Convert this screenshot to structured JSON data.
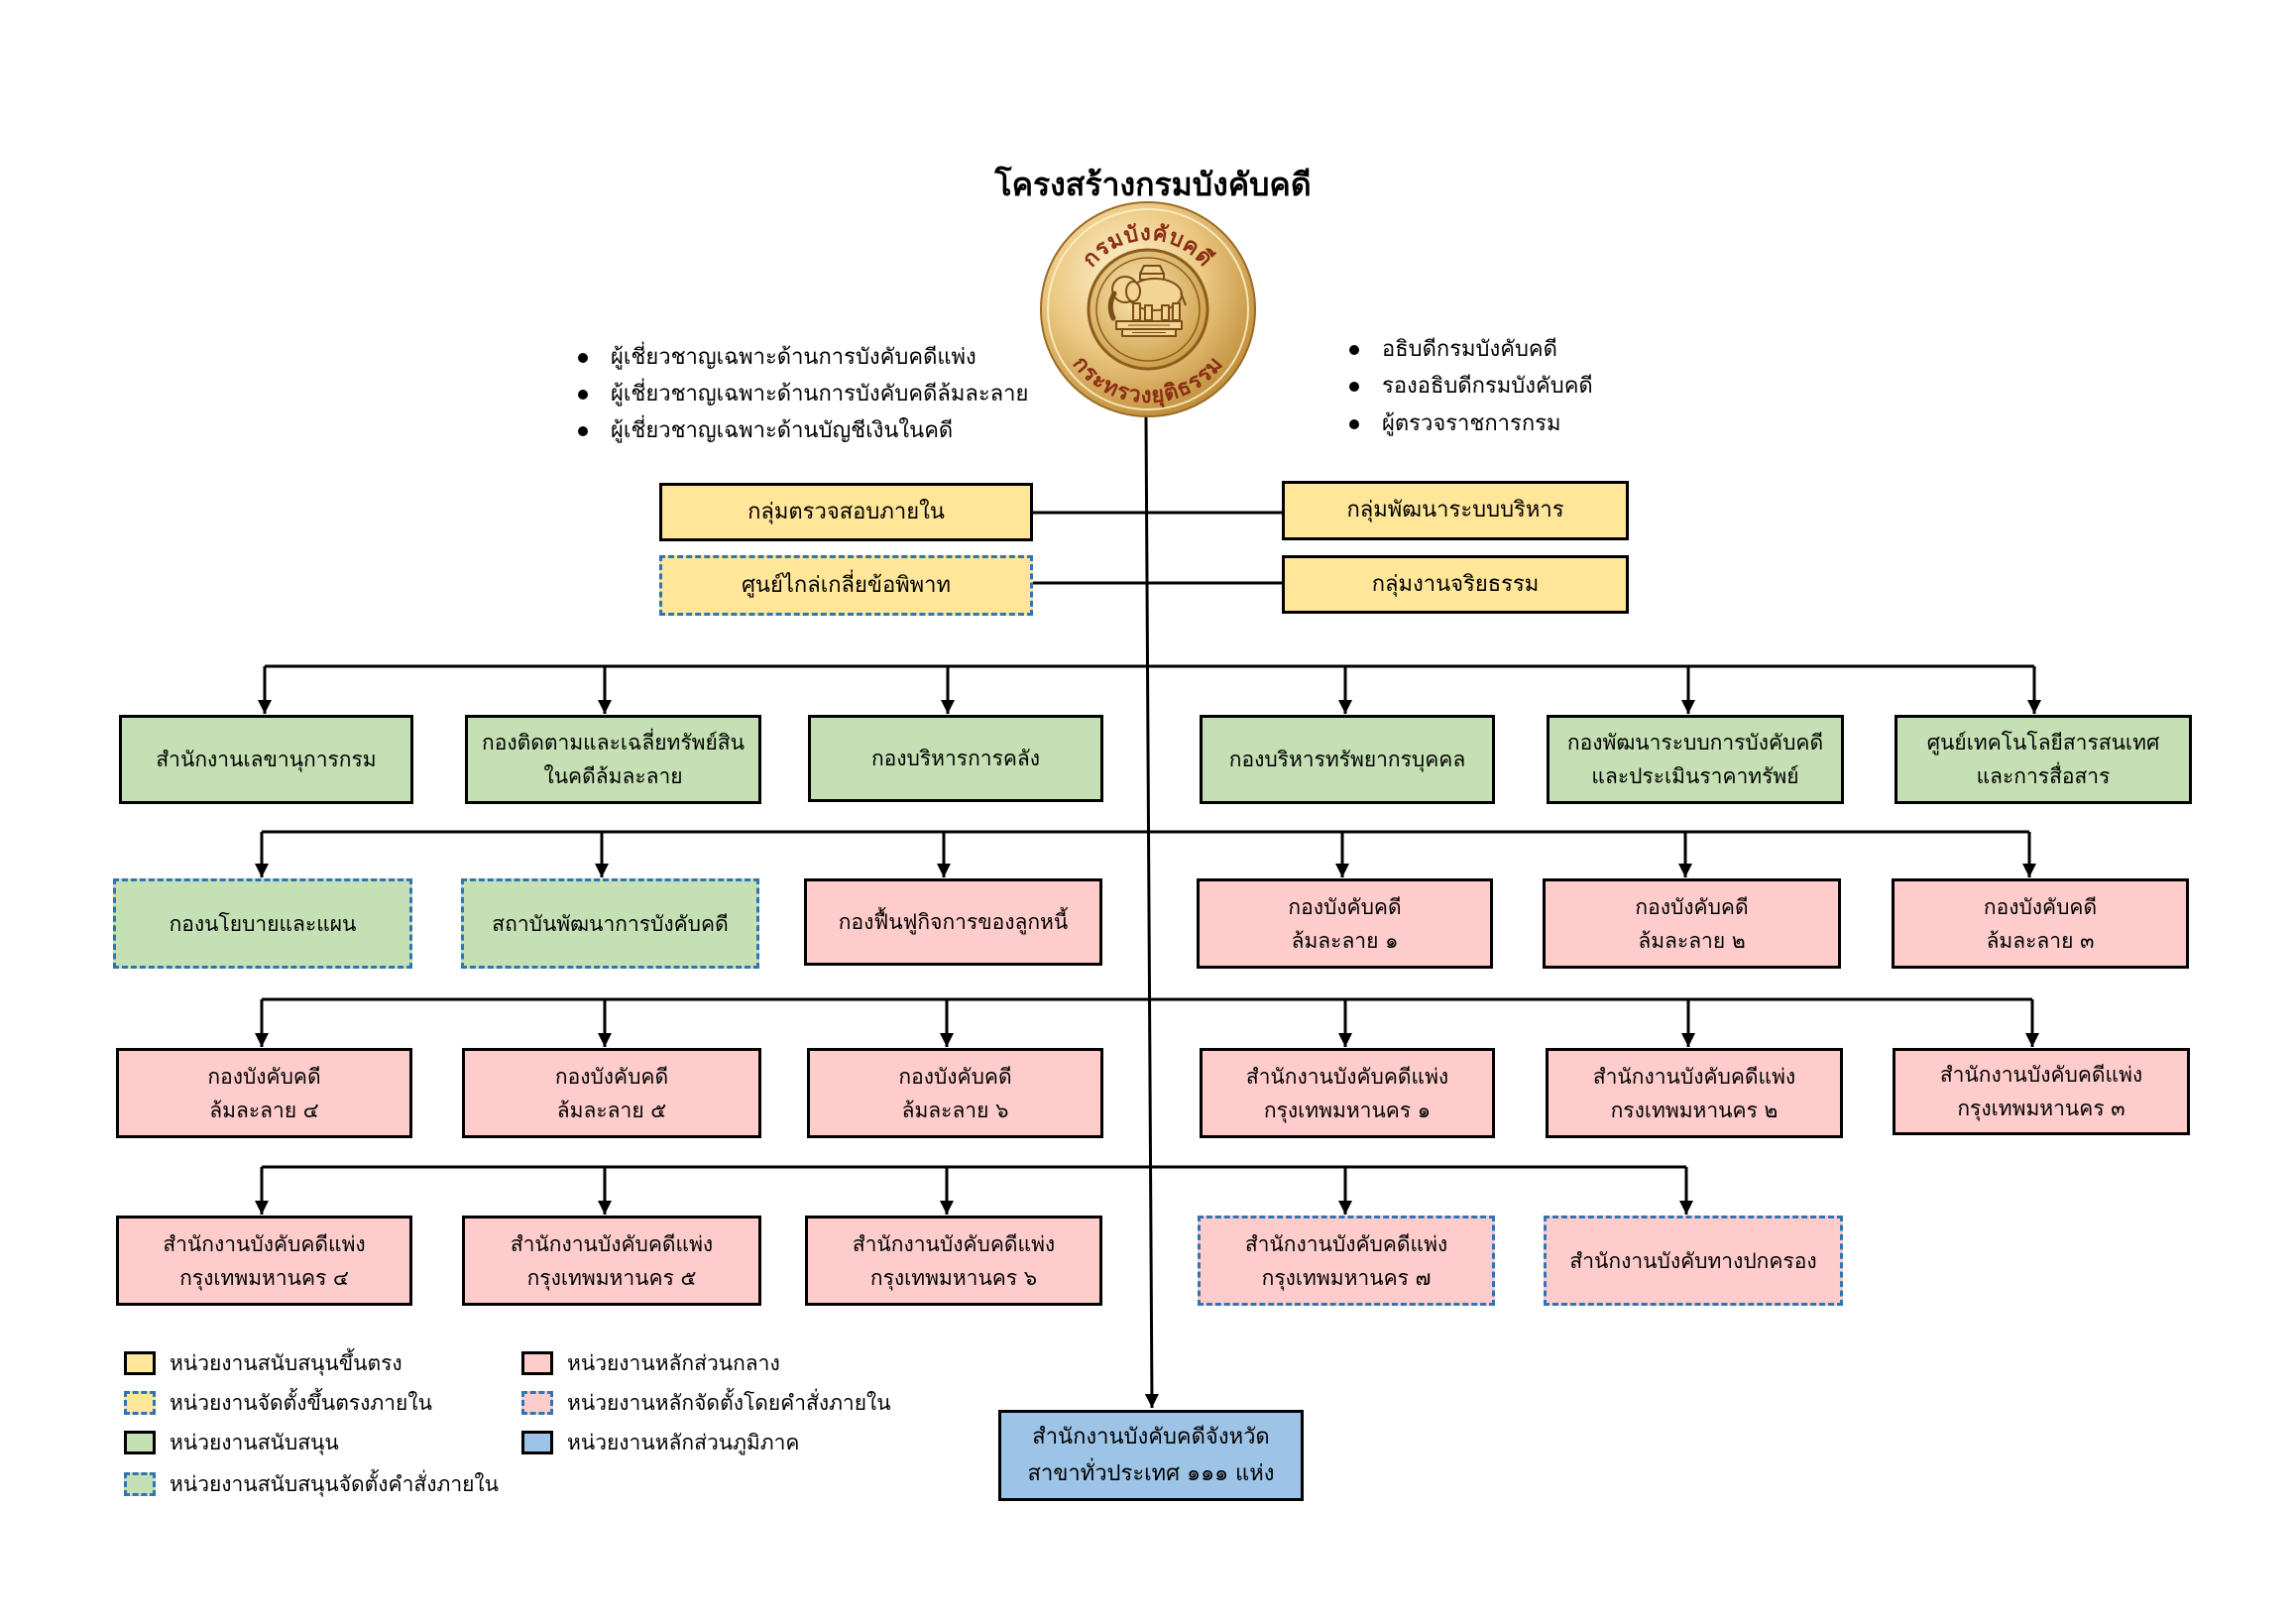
{
  "title": "โครงสร้างกรมบังคับคดี",
  "seal": {
    "top_text": "กรมบังคับคดี",
    "bottom_text": "กระทรวงยุติธรรม"
  },
  "experts": [
    "ผู้เชี่ยวชาญเฉพาะด้านการบังคับคดีแพ่ง",
    "ผู้เชี่ยวชาญเฉพาะด้านการบังคับคดีล้มละลาย",
    "ผู้เชี่ยวชาญเฉพาะด้านบัญชีเงินในคดี"
  ],
  "executives": [
    "อธิบดีกรมบังคับคดี",
    "รองอธิบดีกรมบังคับคดี",
    "ผู้ตรวจราชการกรม"
  ],
  "colors": {
    "solid_border": "#000000",
    "dashed_border": "#2E75B6"
  },
  "legend": [
    {
      "label": "หน่วยงานสนับสนุนขึ้นตรง",
      "fill": "#FFE699",
      "dashed": false
    },
    {
      "label": "หน่วยงานจัดตั้งขึ้นตรงภายใน",
      "fill": "#FFE699",
      "dashed": true
    },
    {
      "label": "หน่วยงานสนับสนุน",
      "fill": "#C5E0B4",
      "dashed": false
    },
    {
      "label": "หน่วยงานสนับสนุนจัดตั้งคำสั่งภายใน",
      "fill": "#C5E0B4",
      "dashed": true
    },
    {
      "label": "หน่วยงานหลักส่วนกลาง",
      "fill": "#FFCCCC",
      "dashed": false
    },
    {
      "label": "หน่วยงานหลักจัดตั้งโดยคำสั่งภายใน",
      "fill": "#FFCCCC",
      "dashed": true
    },
    {
      "label": "หน่วยงานหลักส่วนภูมิภาค",
      "fill": "#9DC3E6",
      "dashed": false
    }
  ],
  "staff_left": [
    {
      "lines": [
        "กลุ่มตรวจสอบภายใน"
      ],
      "category": 0
    },
    {
      "lines": [
        "ศูนย์ไกล่เกลี่ยข้อพิพาท"
      ],
      "category": 1
    }
  ],
  "staff_right": [
    {
      "lines": [
        "กลุ่มพัฒนาระบบบริหาร"
      ],
      "category": 0
    },
    {
      "lines": [
        "กลุ่มงานจริยธรรม"
      ],
      "category": 0
    }
  ],
  "rows": [
    [
      {
        "lines": [
          "สำนักงานเลขานุการกรม"
        ],
        "category": 2
      },
      {
        "lines": [
          "กองติดตามและเฉลี่ยทรัพย์สิน",
          "ในคดีล้มละลาย"
        ],
        "category": 2
      },
      {
        "lines": [
          "กองบริหารการคลัง"
        ],
        "category": 2
      },
      {
        "lines": [
          "กองบริหารทรัพยากรบุคคล"
        ],
        "category": 2
      },
      {
        "lines": [
          "กองพัฒนาระบบการบังคับคดี",
          "และประเมินราคาทรัพย์"
        ],
        "category": 2
      },
      {
        "lines": [
          "ศูนย์เทคโนโลยีสารสนเทศ",
          "และการสื่อสาร"
        ],
        "category": 2
      }
    ],
    [
      {
        "lines": [
          "กองนโยบายและแผน"
        ],
        "category": 3
      },
      {
        "lines": [
          "สถาบันพัฒนาการบังคับคดี"
        ],
        "category": 3
      },
      {
        "lines": [
          "กองฟื้นฟูกิจการของลูกหนี้"
        ],
        "category": 4
      },
      {
        "lines": [
          "กองบังคับคดี",
          "ล้มละลาย ๑"
        ],
        "category": 4
      },
      {
        "lines": [
          "กองบังคับคดี",
          "ล้มละลาย ๒"
        ],
        "category": 4
      },
      {
        "lines": [
          "กองบังคับคดี",
          "ล้มละลาย ๓"
        ],
        "category": 4
      }
    ],
    [
      {
        "lines": [
          "กองบังคับคดี",
          "ล้มละลาย ๔"
        ],
        "category": 4
      },
      {
        "lines": [
          "กองบังคับคดี",
          "ล้มละลาย ๕"
        ],
        "category": 4
      },
      {
        "lines": [
          "กองบังคับคดี",
          "ล้มละลาย ๖"
        ],
        "category": 4
      },
      {
        "lines": [
          "สำนักงานบังคับคดีแพ่ง",
          "กรุงเทพมหานคร ๑"
        ],
        "category": 4
      },
      {
        "lines": [
          "สำนักงานบังคับคดีแพ่ง",
          "กรงเทพมหานคร ๒"
        ],
        "category": 4
      },
      {
        "lines": [
          "สำนักงานบังคับคดีแพ่ง",
          "กรุงเทพมหานคร ๓"
        ],
        "category": 4
      }
    ],
    [
      {
        "lines": [
          "สำนักงานบังคับคดีแพ่ง",
          "กรุงเทพมหานคร ๔"
        ],
        "category": 4
      },
      {
        "lines": [
          "สำนักงานบังคับคดีแพ่ง",
          "กรุงเทพมหานคร ๕"
        ],
        "category": 4
      },
      {
        "lines": [
          "สำนักงานบังคับคดีแพ่ง",
          "กรุงเทพมหานคร ๖"
        ],
        "category": 4
      },
      {
        "lines": [
          "สำนักงานบังคับคดีแพ่ง",
          "กรุงเทพมหานคร ๗"
        ],
        "category": 5
      },
      {
        "lines": [
          "สำนักงานบังคับทางปกครอง"
        ],
        "category": 5
      }
    ]
  ],
  "provincial": {
    "lines": [
      "สำนักงานบังคับคดีจังหวัด",
      "สาขาทั่วประเทศ ๑๑๑ แห่ง"
    ],
    "category": 6
  }
}
